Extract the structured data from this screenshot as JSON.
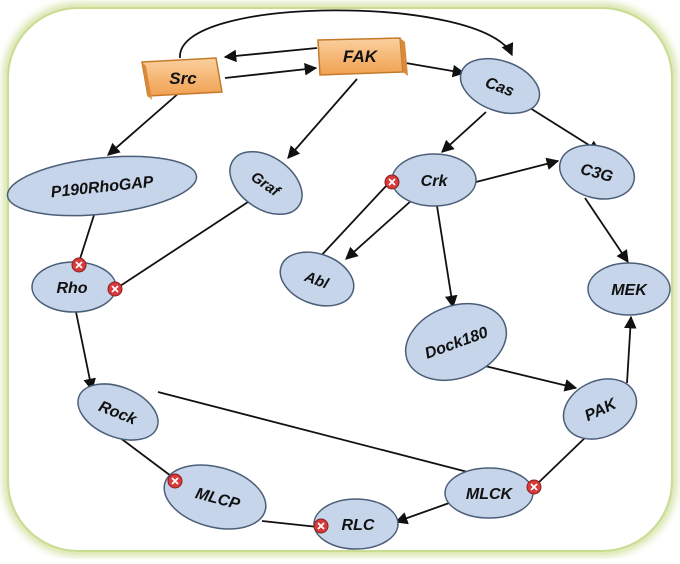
{
  "colors": {
    "node_fill": "#c6d5ea",
    "node_stroke": "#4b5e78",
    "kinase_fill": "#f3ae66",
    "kinase_stroke": "#c47a2b",
    "frame_glow": "#d4e3a6",
    "arrow": "#111111",
    "inhibitor": "#d63a3a"
  },
  "nodes": {
    "src": "Src",
    "fak": "FAK",
    "cas": "Cas",
    "p190": "P190RhoGAP",
    "graf": "Graf",
    "crk": "Crk",
    "c3g": "C3G",
    "rho": "Rho",
    "abl": "Abl",
    "mek": "MEK",
    "dock180": "Dock180",
    "rock": "Rock",
    "pak": "PAK",
    "mlck": "MLCK",
    "mlcp": "MLCP",
    "rlc": "RLC"
  }
}
